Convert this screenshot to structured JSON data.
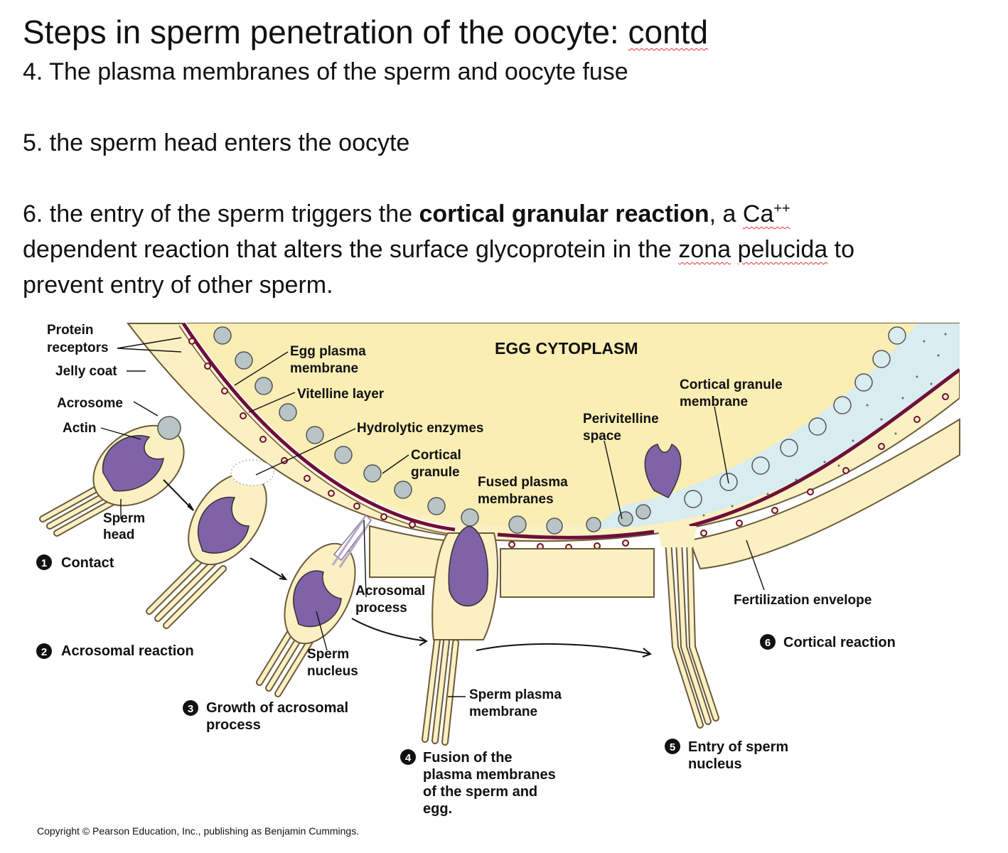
{
  "heading": {
    "title_pre": "Steps in sperm penetration of the oocyte: ",
    "title_word": "contd"
  },
  "points": {
    "p4": "4. The plasma membranes of the sperm and oocyte fuse",
    "p5": "5. the sperm head enters the oocyte",
    "p6_pre": "6. the entry of the sperm triggers the ",
    "p6_bold": "cortical granular reaction",
    "p6_mid": ", a ",
    "p6_ca": "Ca",
    "p6_sup": "++",
    "p6_line2_pre": "dependent reaction  that alters the surface glycoprotein in the ",
    "p6_zona": "zona",
    "p6_space": " ",
    "p6_pelucida": "pelucida",
    "p6_line2_post": " to",
    "p6_line3": "prevent entry of other sperm."
  },
  "diagram": {
    "labels": {
      "protein_receptors_1": "Protein",
      "protein_receptors_2": "receptors",
      "jelly_coat": "Jelly coat",
      "acrosome": "Acrosome",
      "actin": "Actin",
      "sperm_head_1": "Sperm",
      "sperm_head_2": "head",
      "egg_plasma_membrane_1": "Egg plasma",
      "egg_plasma_membrane_2": "membrane",
      "vitelline_layer": "Vitelline layer",
      "egg_cytoplasm": "EGG CYTOPLASM",
      "hydrolytic_enzymes": "Hydrolytic enzymes",
      "cortical_granule_1": "Cortical",
      "cortical_granule_2": "granule",
      "fused_plasma_membranes_1": "Fused plasma",
      "fused_plasma_membranes_2": "membranes",
      "perivitelline_space_1": "Perivitelline",
      "perivitelline_space_2": "space",
      "cortical_granule_membrane_1": "Cortical granule",
      "cortical_granule_membrane_2": "membrane",
      "acrosomal_process_1": "Acrosomal",
      "acrosomal_process_2": "process",
      "sperm_nucleus_1": "Sperm",
      "sperm_nucleus_2": "nucleus",
      "sperm_plasma_membrane_1": "Sperm plasma",
      "sperm_plasma_membrane_2": "membrane",
      "fertilization_envelope": "Fertilization envelope"
    },
    "steps": {
      "s1_num": "1",
      "s1": "Contact",
      "s2_num": "2",
      "s2": "Acrosomal reaction",
      "s3_num": "3",
      "s3_1": "Growth of acrosomal",
      "s3_2": "process",
      "s4_num": "4",
      "s4_1": "Fusion of the",
      "s4_2": "plasma membranes",
      "s4_3": "of the sperm and",
      "s4_4": "egg.",
      "s5_num": "5",
      "s5_1": "Entry of sperm",
      "s5_2": "nucleus",
      "s6_num": "6",
      "s6": "Cortical reaction"
    },
    "copyright": "Copyright © Pearson Education, Inc., publishing as Benjamin Cummings.",
    "colors": {
      "jelly": "#fbf0c2",
      "cytoplasm": "#faeeb4",
      "outline": "#6b5a3a",
      "membrane": "#6e0f3a",
      "nucleus": "#7f62a8",
      "granule": "#b8c4c6",
      "cortical_fluid": "#d9ecef"
    }
  }
}
